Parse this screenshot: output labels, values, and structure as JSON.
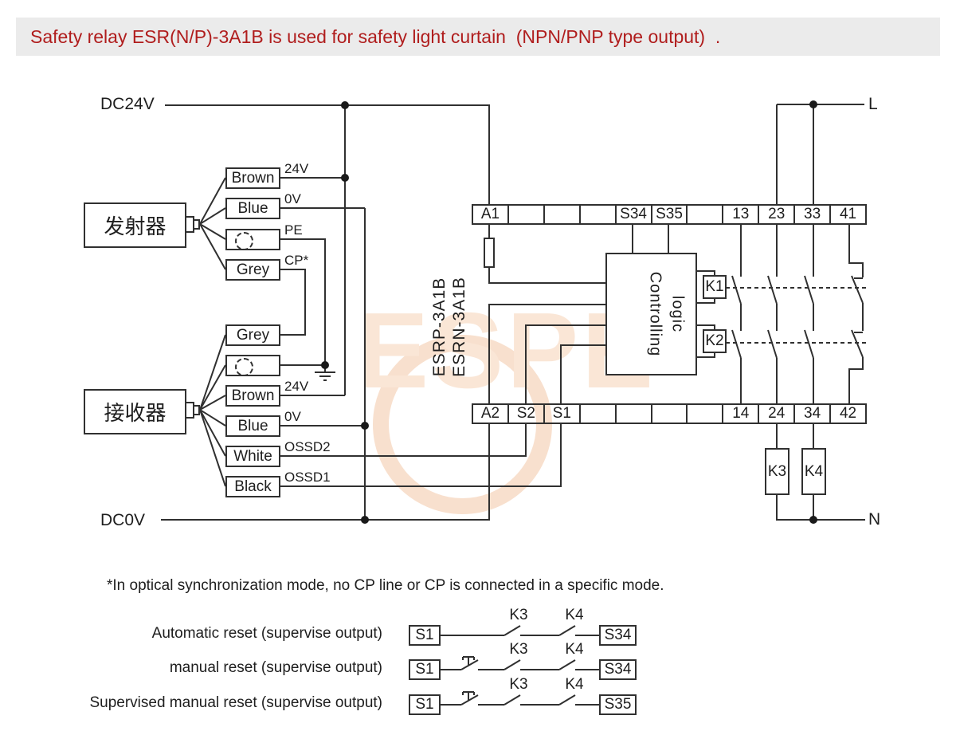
{
  "title": {
    "text": "Safety relay ESR(N/P)-3A1B is used for safety light curtain  (NPN/PNP type output)  ."
  },
  "colors": {
    "title_red": "#b01d1d",
    "title_bg": "#ebebeb",
    "line": "#303030",
    "watermark_letters": "#fae6d6",
    "watermark_circle": "#f8e0ce"
  },
  "power": {
    "dc24v": "DC24V",
    "dc0v": "DC0V",
    "line": "L",
    "neutral": "N"
  },
  "devices": {
    "transmitter": "发射器",
    "receiver": "接收器"
  },
  "transmitter_wires": [
    {
      "box": "Brown",
      "tag": "24V",
      "dashed": false
    },
    {
      "box": "Blue",
      "tag": "0V",
      "dashed": false
    },
    {
      "box": "",
      "tag": "PE",
      "dashed": true
    },
    {
      "box": "Grey",
      "tag": "CP*",
      "dashed": false
    }
  ],
  "receiver_wires": [
    {
      "box": "Grey",
      "tag": "",
      "dashed": false
    },
    {
      "box": "",
      "tag": "",
      "dashed": true
    },
    {
      "box": "Brown",
      "tag": "24V",
      "dashed": false
    },
    {
      "box": "Blue",
      "tag": "0V",
      "dashed": false
    },
    {
      "box": "White",
      "tag": "OSSD2",
      "dashed": false
    },
    {
      "box": "Black",
      "tag": "OSSD1",
      "dashed": false
    }
  ],
  "terminals": {
    "top": [
      "A1",
      "",
      "",
      "",
      "S34",
      "S35",
      "",
      "13",
      "23",
      "33",
      "41"
    ],
    "bottom": [
      "A2",
      "S2",
      "S1",
      "",
      "",
      "",
      "",
      "14",
      "24",
      "34",
      "42"
    ]
  },
  "relay": {
    "model_lines": [
      "ESRP-3A1B",
      "ESRN-3A1B"
    ],
    "logic_lines": [
      "Controlling",
      "logic"
    ],
    "coils": [
      "K1",
      "K2"
    ]
  },
  "contactors": [
    "K3",
    "K4"
  ],
  "footnote": "*In optical synchronization mode, no CP line or CP is connected in a specific mode.",
  "reset_modes": [
    {
      "label": "Automatic reset (supervise output)",
      "from": "S1",
      "contacts": [
        "K3",
        "K4"
      ],
      "to": "S34",
      "pushbutton": false
    },
    {
      "label": "manual reset (supervise output)",
      "from": "S1",
      "contacts": [
        "K3",
        "K4"
      ],
      "to": "S34",
      "pushbutton": true
    },
    {
      "label": "Supervised manual reset (supervise output)",
      "from": "S1",
      "contacts": [
        "K3",
        "K4"
      ],
      "to": "S35",
      "pushbutton": true
    }
  ],
  "watermark": {
    "text": "ESPE"
  }
}
